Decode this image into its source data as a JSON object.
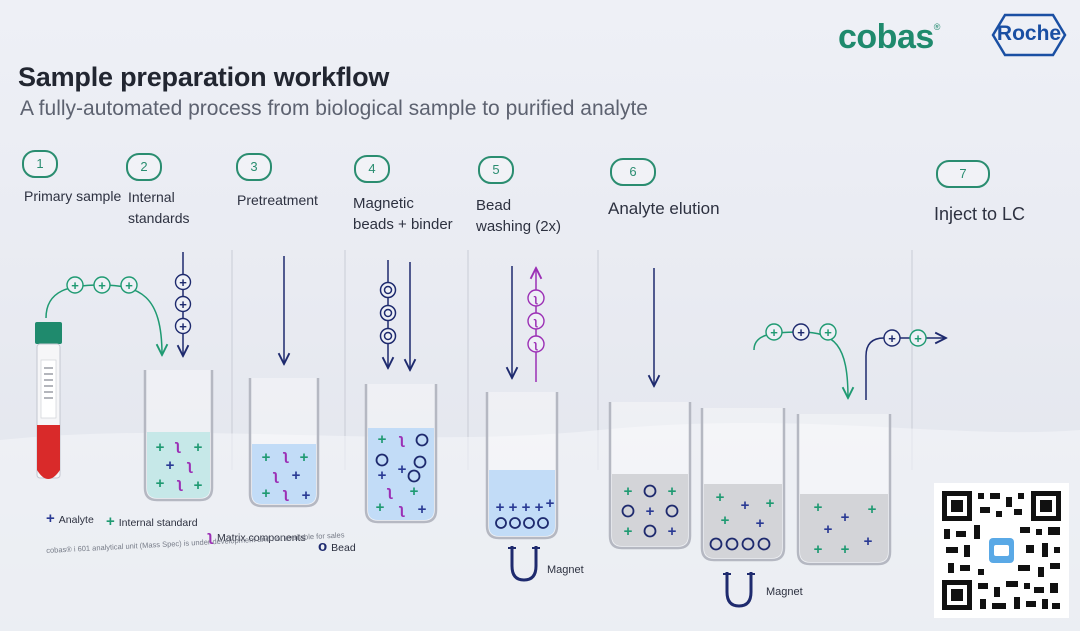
{
  "header": {
    "title": "Sample preparation workflow",
    "subtitle": "A fully-automated process from biological sample to purified analyte",
    "brand": "cobas",
    "brand_mark": "®",
    "logo": "Roche"
  },
  "steps": [
    {
      "number": "1",
      "label": "Primary sample"
    },
    {
      "number": "2",
      "label": "Internal standards"
    },
    {
      "number": "3",
      "label": "Pretreatment"
    },
    {
      "number": "4",
      "label": "Magnetic beads + binder"
    },
    {
      "number": "5",
      "label": "Bead washing (2x)"
    },
    {
      "number": "6",
      "label": "Analyte elution"
    },
    {
      "number": "7",
      "label": "Inject to LC"
    }
  ],
  "legend": [
    {
      "symbol": "+",
      "label": "Analyte",
      "color": "#2a3a94"
    },
    {
      "symbol": "+",
      "label": "Internal standard",
      "color": "#1f9a72"
    },
    {
      "symbol": "ʅ",
      "label": "Matrix components",
      "color": "#9b2fb5"
    },
    {
      "symbol": "o",
      "label": "Bead",
      "color": "#1e2a6e"
    }
  ],
  "magnet_label": "Magnet",
  "footnote": "cobas® i 601 analytical unit (Mass Spec) is under development and not available for sales",
  "colors": {
    "accent": "#2a8d70",
    "analyte": "#2a3a94",
    "internal_standard": "#1f9a72",
    "matrix": "#9b2fb5",
    "bead": "#1e2a6e",
    "liquid": "#bfe0ff",
    "tube_cap": "#1f8a6d",
    "blood": "#d92a2a"
  }
}
